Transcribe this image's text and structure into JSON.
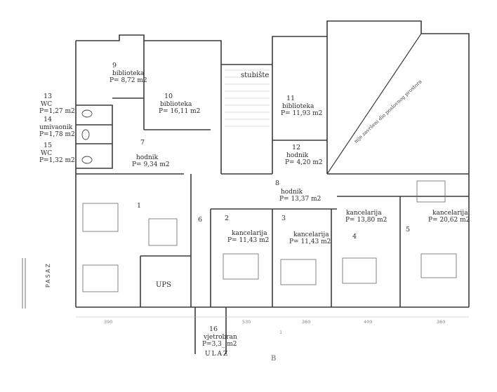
{
  "rooms": [
    {
      "id": "r9",
      "num": "9",
      "name": "biblioteka",
      "area": "P= 8,72 m2"
    },
    {
      "id": "r10",
      "num": "10",
      "name": "biblioteka",
      "area": "P= 16,11 m2"
    },
    {
      "id": "r11",
      "num": "11",
      "name": "biblioteka",
      "area": "P= 11,93 m2"
    },
    {
      "id": "r12",
      "num": "12",
      "name": "hodnik",
      "area": "P= 4,20 m2"
    },
    {
      "id": "r7",
      "num": "7",
      "name": "hodnik",
      "area": "P= 9,34 m2"
    },
    {
      "id": "r8",
      "num": "8",
      "name": "hodnik",
      "area": "P= 13,37 m2"
    },
    {
      "id": "r13",
      "num": "13",
      "name": "WC",
      "area": "P=1,27 m2"
    },
    {
      "id": "r14",
      "num": "14",
      "name": "umivaonik",
      "area": "P=1,78 m2"
    },
    {
      "id": "r15",
      "num": "15",
      "name": "WC",
      "area": "P=1,32 m2"
    },
    {
      "id": "r2",
      "num": "2",
      "name": "kancelarija",
      "area": "P= 11,43 m2"
    },
    {
      "id": "r3",
      "num": "3",
      "name": "kancelarija",
      "area": "P= 11,43 m2"
    },
    {
      "id": "r4",
      "num": "4",
      "name": "kancelarija",
      "area": "P= 13,80 m2"
    },
    {
      "id": "r5",
      "num": "5",
      "name": "kancelarija",
      "area": "P= 20,62 m2"
    },
    {
      "id": "r16",
      "num": "16",
      "name": "vjetrobran",
      "area": "P=3,3_ m2"
    }
  ],
  "plain_numbers": {
    "r1": "1",
    "r6": "6"
  },
  "labels": {
    "stubiste": "stubište",
    "ups": "UPS",
    "pasaz": "PASAZ",
    "ulaz": "ULAZ",
    "section_b": "B",
    "diagonal_note": "nije završeni dio poslovnog prostora"
  },
  "dimensions": [
    "390",
    "530",
    "360",
    "1",
    "400",
    "360"
  ]
}
